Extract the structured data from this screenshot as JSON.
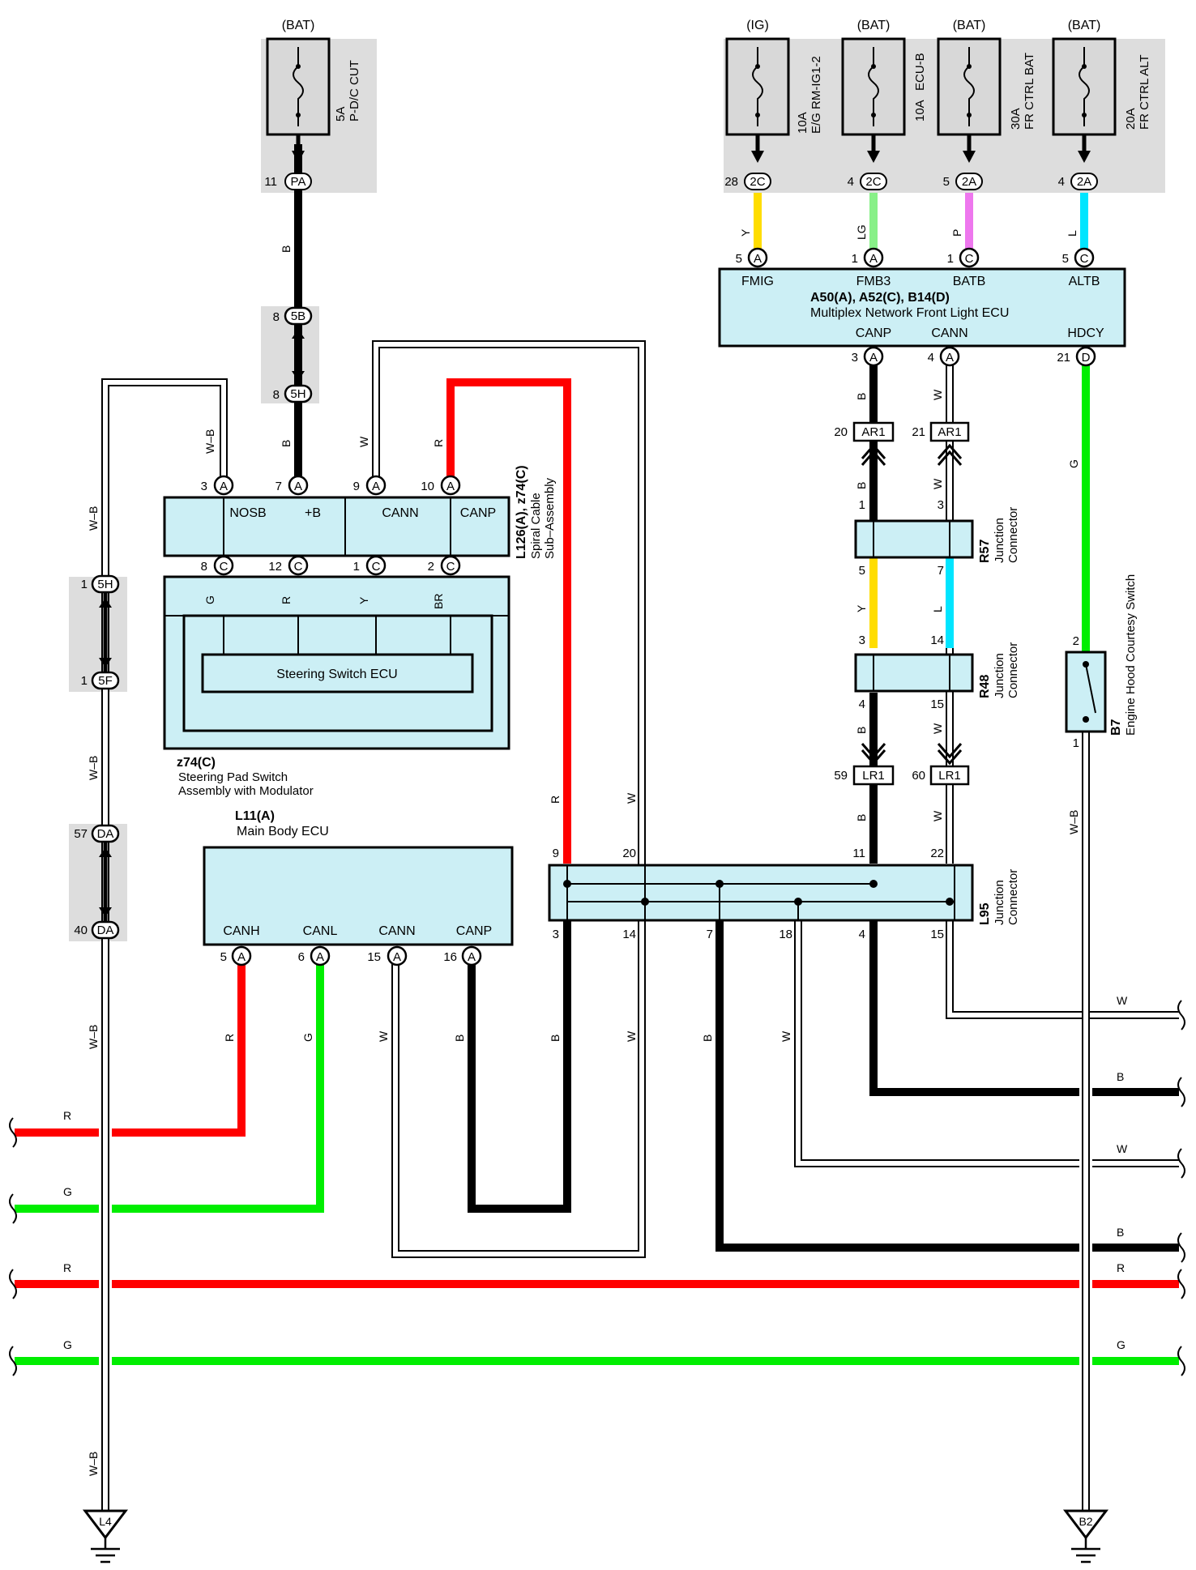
{
  "colors": {
    "black": "#000000",
    "red": "#ff0000",
    "green": "#00ee00",
    "yellow": "#ffdd00",
    "lightgreen": "#88f088",
    "pink": "#ee77ee",
    "cyan": "#00e5ff",
    "brown": "#993300",
    "white_wire": "#ffffff",
    "box_fill": "#cceff5",
    "gray_bg": "#dddddd",
    "fuse_fill": "#d8d8d8"
  },
  "fuses": {
    "pdc": {
      "supply": "(BAT)",
      "rating": "5A",
      "name": "P-D/C CUT",
      "pin": "11",
      "conn": "PA"
    },
    "igrm": {
      "supply": "(IG)",
      "rating": "10A",
      "name": "E/G RM-IG1-2",
      "pin": "28",
      "conn": "2C"
    },
    "ecub": {
      "supply": "(BAT)",
      "rating": "10A",
      "name": "ECU-B",
      "pin": "4",
      "conn": "2C"
    },
    "frbat": {
      "supply": "(BAT)",
      "rating": "30A",
      "name": "FR CTRL BAT",
      "pin": "5",
      "conn": "2A"
    },
    "fralt": {
      "supply": "(BAT)",
      "rating": "20A",
      "name": "FR CTRL ALT",
      "pin": "4",
      "conn": "2A"
    }
  },
  "wire_labels": {
    "B": "B",
    "R": "R",
    "G": "G",
    "W": "W",
    "Y": "Y",
    "L": "L",
    "P": "P",
    "LG": "LG",
    "BR": "BR",
    "WB": "W–B"
  },
  "front_ecu": {
    "ref": "A50(A), A52(C), B14(D)",
    "name": "Multiplex Network Front Light ECU",
    "terminals": {
      "fmig": "FMIG",
      "fmb3": "FMB3",
      "batb": "BATB",
      "altb": "ALTB",
      "canp": "CANP",
      "cann": "CANN",
      "hdcy": "HDCY"
    },
    "pins": {
      "fmig": {
        "num": "5",
        "conn": "A"
      },
      "fmb3": {
        "num": "1",
        "conn": "A"
      },
      "batb": {
        "num": "1",
        "conn": "C"
      },
      "altb": {
        "num": "5",
        "conn": "C"
      },
      "canp": {
        "num": "3",
        "conn": "A"
      },
      "cann": {
        "num": "4",
        "conn": "A"
      },
      "hdcy": {
        "num": "21",
        "conn": "D"
      }
    }
  },
  "spiral": {
    "ref": "L126(A), z74(C)",
    "line1": "Spiral Cable",
    "line2": "Sub–Assembly",
    "terminals": {
      "nosb": "NOSB",
      "b": "+B",
      "cann": "CANN",
      "canp": "CANP"
    },
    "top_pins": [
      {
        "num": "3",
        "conn": "A"
      },
      {
        "num": "7",
        "conn": "A"
      },
      {
        "num": "9",
        "conn": "A"
      },
      {
        "num": "10",
        "conn": "A"
      }
    ],
    "bottom_pins": [
      {
        "num": "8",
        "conn": "C"
      },
      {
        "num": "12",
        "conn": "C"
      },
      {
        "num": "1",
        "conn": "C"
      },
      {
        "num": "2",
        "conn": "C"
      }
    ]
  },
  "steering": {
    "ecu": "Steering Switch  ECU",
    "ref": "z74(C)",
    "line1": "Steering Pad Switch",
    "line2": "Assembly with Modulator"
  },
  "main_ecu": {
    "ref": "L11(A)",
    "name": "Main Body ECU",
    "terminals": {
      "canh": "CANH",
      "canl": "CANL",
      "cann": "CANN",
      "canp": "CANP"
    },
    "pins": [
      {
        "num": "5",
        "conn": "A"
      },
      {
        "num": "6",
        "conn": "A"
      },
      {
        "num": "15",
        "conn": "A"
      },
      {
        "num": "16",
        "conn": "A"
      }
    ]
  },
  "inline": {
    "c5b": {
      "pin": "8",
      "conn": "5B"
    },
    "c5h_top": {
      "pin": "8",
      "conn": "5H"
    },
    "c5h_left": {
      "pin": "1",
      "conn": "5H"
    },
    "c5f": {
      "pin": "1",
      "conn": "5F"
    },
    "da57": {
      "pin": "57",
      "conn": "DA"
    },
    "da40": {
      "pin": "40",
      "conn": "DA"
    },
    "ar1_20": {
      "pin": "20",
      "conn": "AR1"
    },
    "ar1_21": {
      "pin": "21",
      "conn": "AR1"
    },
    "lr1_59": {
      "pin": "59",
      "conn": "LR1"
    },
    "lr1_60": {
      "pin": "60",
      "conn": "LR1"
    }
  },
  "junctions": {
    "r57": {
      "ref": "R57",
      "name1": "Junction",
      "name2": "Connector",
      "pins": [
        "1",
        "3",
        "5",
        "7"
      ]
    },
    "r48": {
      "ref": "R48",
      "name1": "Junction",
      "name2": "Connector",
      "pins": [
        "3",
        "14",
        "4",
        "15"
      ]
    },
    "l95": {
      "ref": "L95",
      "name1": "Junction",
      "name2": "Connector",
      "pins": [
        "9",
        "20",
        "11",
        "22",
        "3",
        "14",
        "7",
        "18",
        "4",
        "15"
      ]
    }
  },
  "switch": {
    "ref": "B7",
    "name": "Engine Hood Courtesy Switch",
    "pin_top": "2",
    "pin_bottom": "1"
  },
  "grounds": {
    "left": "L4",
    "right": "B2"
  }
}
